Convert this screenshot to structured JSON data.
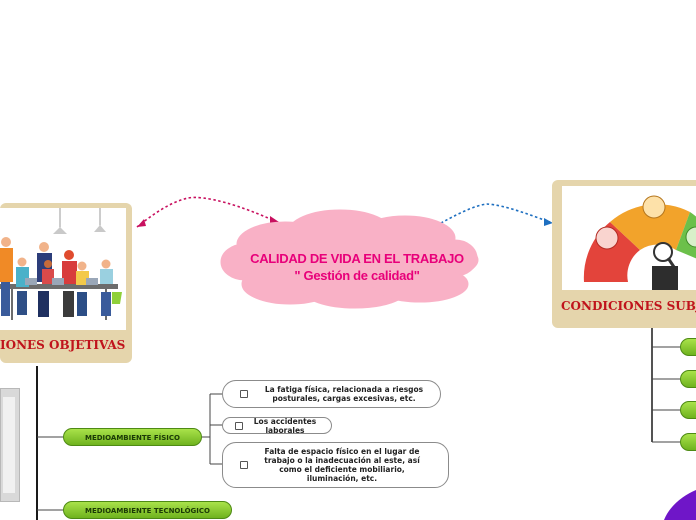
{
  "central": {
    "line1": "CALIDAD DE VIDA EN EL TRABAJO",
    "line2": "\" Gestión de calidad\""
  },
  "left_node": {
    "title": "IONES OBJETIVAS",
    "image": "team-office-illustration"
  },
  "right_node": {
    "title": "CONDICIONES SUBJ",
    "image": "mood-gauge-illustration"
  },
  "branches": [
    {
      "label": "MEDIOAMBIENTE FÍSICO"
    },
    {
      "label": "MEDIOAMBIENTE TECNOLÓGICO"
    }
  ],
  "leaves": [
    {
      "text": "La fatiga física, relacionada a riesgos posturales, cargas excesivas, etc."
    },
    {
      "text": "Los accidentes laborales"
    },
    {
      "text": "Falta de espacio físico en el lugar de trabajo o la inadecuación al este, así como el deficiente mobiliario, iluminación, etc."
    }
  ],
  "right_pills": [
    "",
    "",
    "",
    ""
  ],
  "colors": {
    "central_fill": "#f9b1c6",
    "central_text": "#e8007a",
    "connector_left": "#c8105f",
    "connector_right": "#1e6fc0",
    "panel": "#e5d5ac",
    "branch_green": "#8fd03a",
    "title_red": "#c0141c",
    "accent_purple": "#6f16c8"
  }
}
